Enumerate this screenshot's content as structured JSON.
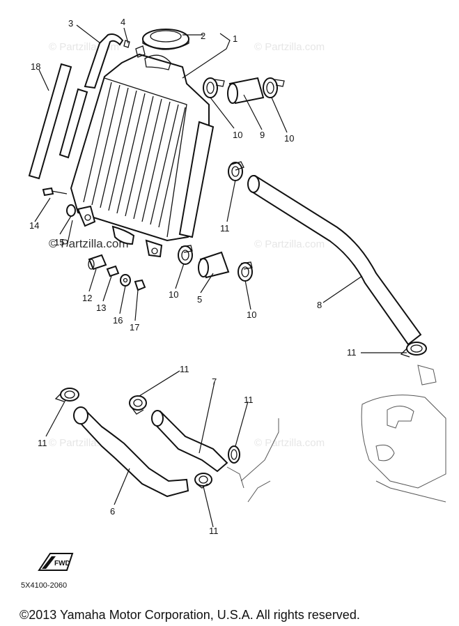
{
  "callouts": {
    "c1": "1",
    "c2": "2",
    "c3": "3",
    "c4": "4",
    "c5": "5",
    "c6": "6",
    "c7": "7",
    "c8": "8",
    "c9": "9",
    "c10a": "10",
    "c10b": "10",
    "c10c": "10",
    "c10d": "10",
    "c11a": "11",
    "c11b": "11",
    "c11c": "11",
    "c11d": "11",
    "c11e": "11",
    "c11f": "11",
    "c12": "12",
    "c13": "13",
    "c14": "14",
    "c15": "15",
    "c16": "16",
    "c17": "17",
    "c18": "18"
  },
  "watermark": "© Partzilla.com",
  "fwd_label": "FWD",
  "drawing_code": "5X4100-2060",
  "copyright": "©2013 Yamaha Motor Corporation, U.S.A. All rights reserved."
}
